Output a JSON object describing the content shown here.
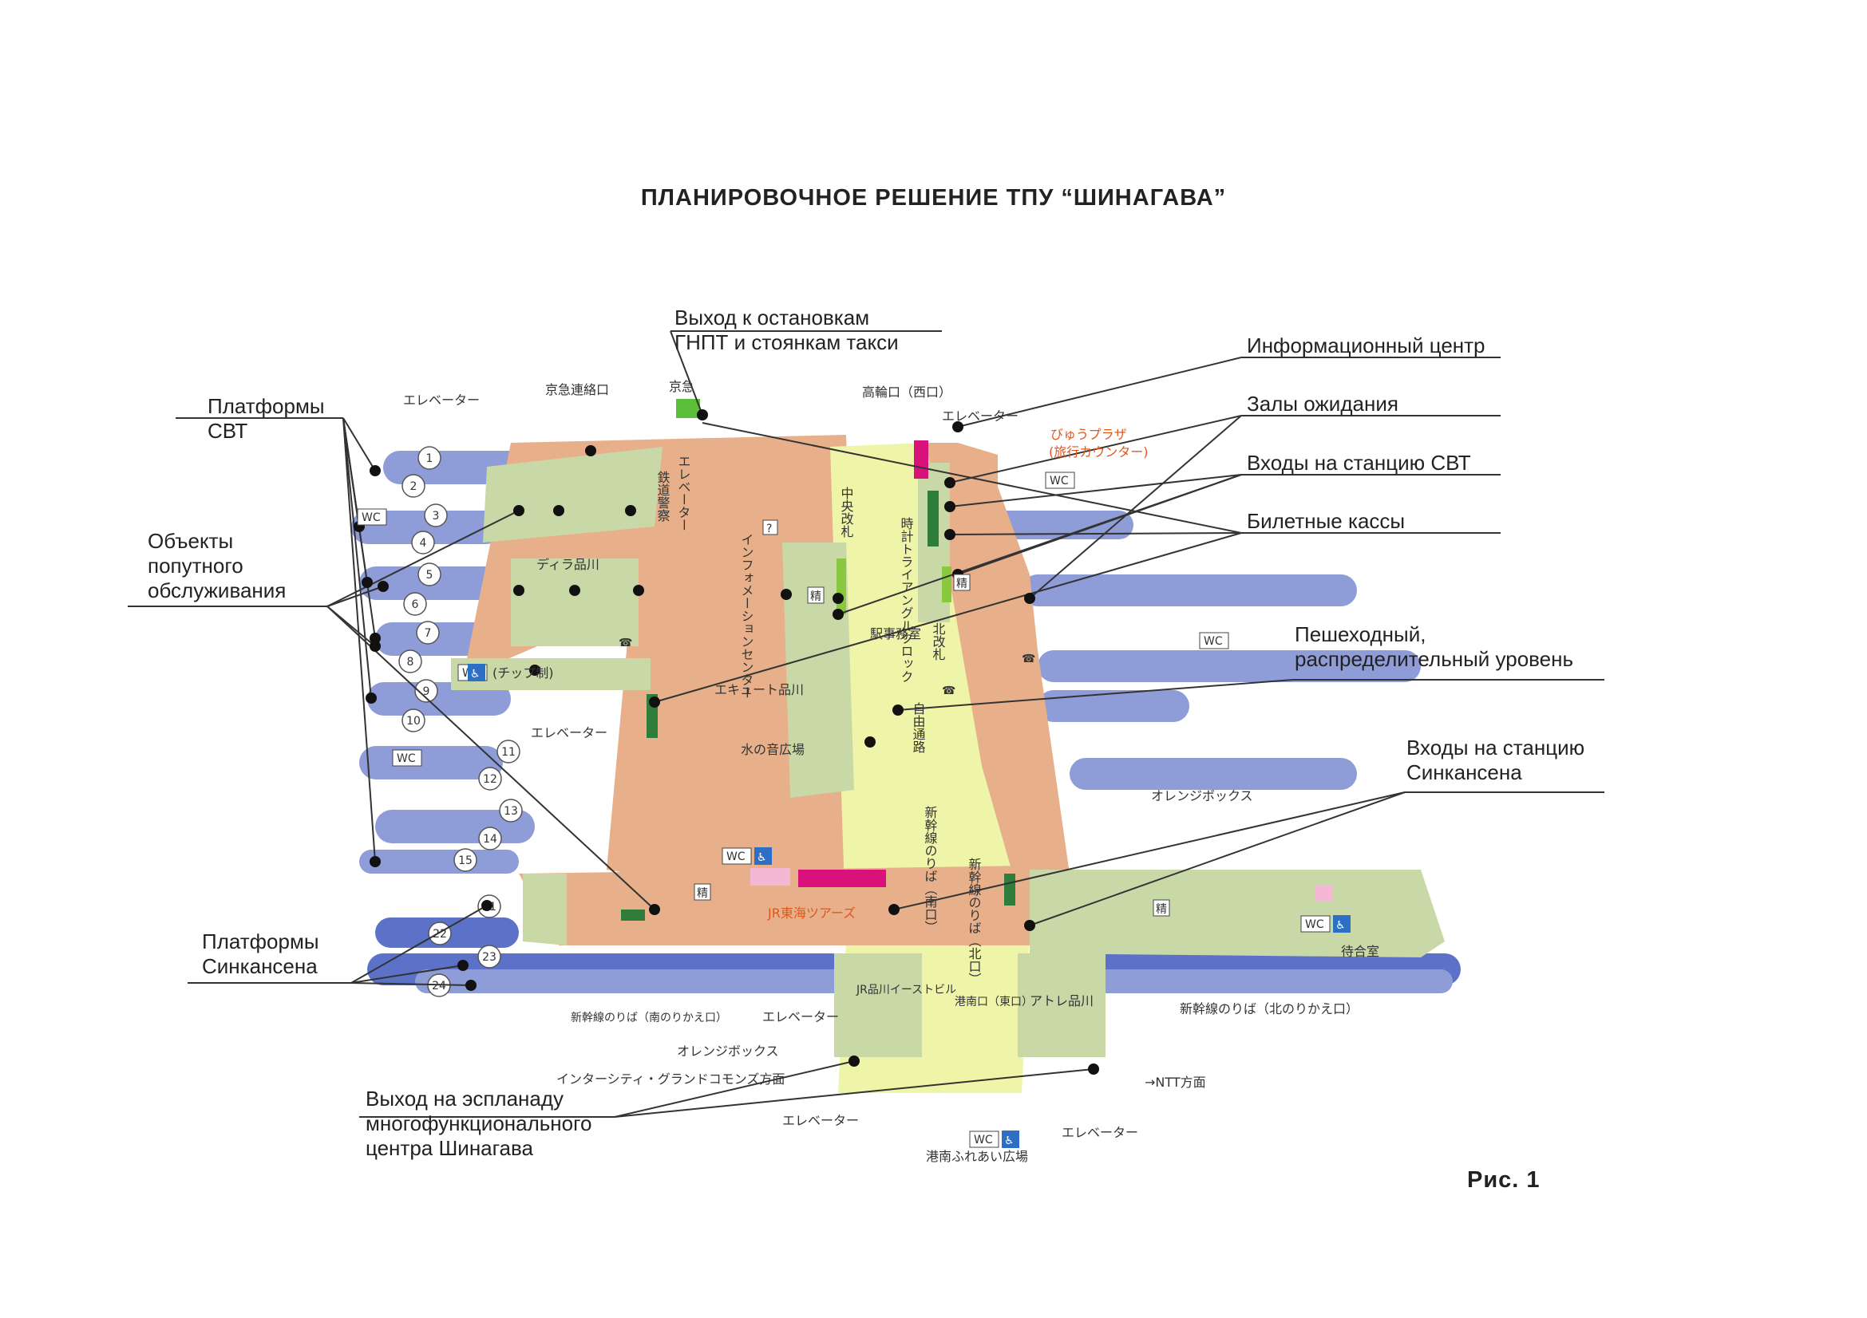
{
  "title": "ПЛАНИРОВОЧНОЕ РЕШЕНИЕ ТПУ “ШИНАГАВА”",
  "figure_label": "Рис. 1",
  "callouts": {
    "exit_bus_taxi": "Выход к остановкам\nГНПТ  и стоянкам такси",
    "info_center": "Информационный центр",
    "waiting_halls": "Залы ожидания",
    "svt_entrances": "Входы на станцию СВТ",
    "ticket_offices": "Билетные кассы",
    "pedestrian_level": "Пешеходный,\nраспределительный уровень",
    "shinkansen_entrances": "Входы на станцию\nСинкансена",
    "svt_platforms": "Платформы\nСВТ",
    "service_objects": "Объекты\nпопутного\nобслуживания",
    "shinkansen_platforms": "Платформы\nСинкансена",
    "esplanade_exit": "Выход на эспланаду\nмногофункционального\nцентра Шинагава"
  },
  "map_labels": {
    "keikyu_connection": "京急連絡口",
    "keikyu": "京急",
    "takanawa_exit": "高輪口（西口）",
    "elevator": "エレベーター",
    "view_plaza": "びゅうプラザ",
    "travel_counter": "(旅行カウンター)",
    "railway_police": "鉄道警察",
    "elevator_vertical": "エレベーター",
    "central_gate": "中央改札",
    "clock": "時計トライアングルクロック",
    "info_center_jp": "インフォメーションセンター",
    "dila": "ディラ品川",
    "station_office": "駅事務室",
    "north_gate": "北改札",
    "chip": "(チップ制)",
    "ecute": "エキュート品川",
    "water_plaza": "水の音広場",
    "free_passage": "自由通路",
    "shinkansen_south": "新幹線のりば（南口）",
    "shinkansen_north": "新幹線のりば（北口）",
    "orange_box": "オレンジボックス",
    "jr_tokai_tours": "JR東海ツアーズ",
    "waiting_room": "待合室",
    "jr_east_building": "JR品川イーストビル",
    "konan_exit": "港南口（東口）",
    "atre": "アトレ品川",
    "shinkansen_south_transfer": "新幹線のりば（南のりかえ口）",
    "shinkansen_north_transfer": "新幹線のりば（北のりかえ口）",
    "intercity": "インターシティ・グランドコモンズ方面",
    "ntt": "→NTT方面",
    "plaza_bottom": "港南ふれあい広場",
    "wc": "WC",
    "accessible": "♿",
    "seisan": "精",
    "info_q": "?",
    "phone": "☎"
  },
  "platform_numbers": [
    "1",
    "2",
    "3",
    "4",
    "5",
    "6",
    "7",
    "8",
    "9",
    "10",
    "11",
    "12",
    "13",
    "14",
    "15",
    "21",
    "22",
    "23",
    "24"
  ],
  "colors": {
    "floor_orange": "#e8b08a",
    "shop_green": "#c8d8a6",
    "passage_yellow": "#eef4a8",
    "platform_blue": "#8e9cd8",
    "shinkansen_blue": "#5b72c8",
    "ticket_magenta": "#d8127a",
    "gate_green": "#2f7d3a",
    "label_orange": "#e0571c",
    "leader_line": "#333333"
  }
}
